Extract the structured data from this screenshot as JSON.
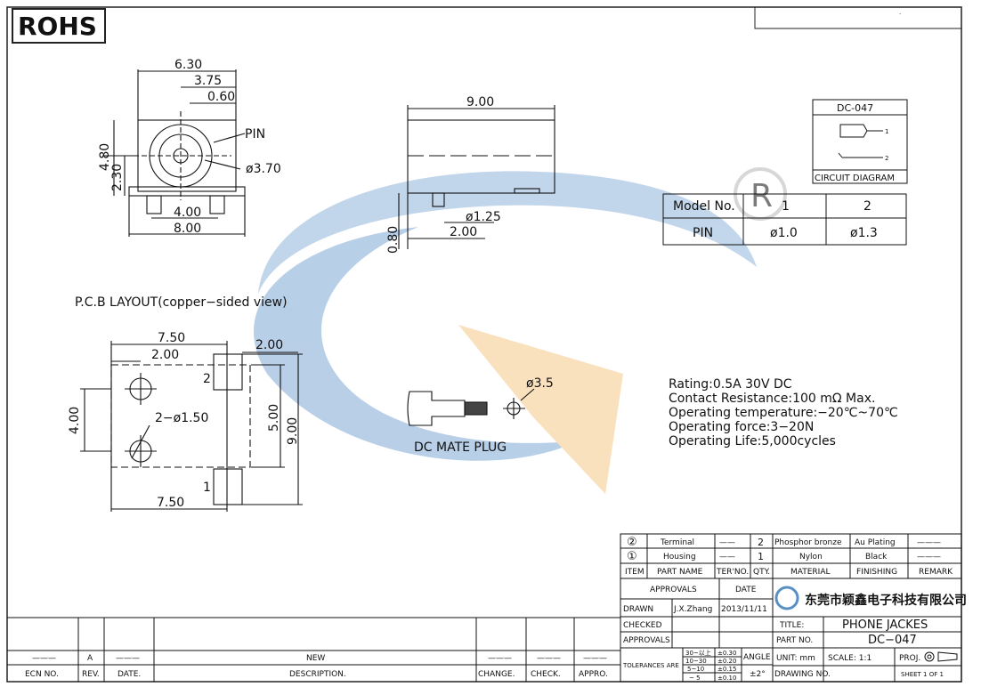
{
  "header": {
    "rohs": "ROHS"
  },
  "front_view": {
    "dims": {
      "w_total": "6.30",
      "w_mid": "3.75",
      "w_pin": "0.60",
      "h_total": "4.80",
      "h_center": "2.30",
      "pin_spacing": "4.00",
      "base_w": "8.00"
    },
    "pin_label": "PIN",
    "hole_dia": "ø3.70"
  },
  "side_view": {
    "length": "9.00",
    "pin_dia": "ø1.25",
    "pin_pos": "2.00",
    "pin_len": "0.80"
  },
  "circuit": {
    "title": "DC-047",
    "caption": "CIRCUIT DIAGRAM",
    "n1": "1",
    "n2": "2"
  },
  "model_table": {
    "header": [
      "Model No.",
      "1",
      "2"
    ],
    "row": [
      "PIN",
      "ø1.0",
      "ø1.3"
    ]
  },
  "pcb": {
    "title": "P.C.B LAYOUT(copper−sided view)",
    "dims": {
      "top": "7.50",
      "pad": "2.00",
      "off": "2.00",
      "h_left": "4.00",
      "holes": "2−ø1.50",
      "h_mid": "5.00",
      "h_total": "9.00",
      "bottom": "7.50"
    },
    "pad_labels": [
      "2",
      "1"
    ]
  },
  "plug": {
    "dia": "ø3.5",
    "caption": "DC MATE PLUG"
  },
  "specs": [
    "Rating:0.5A  30V  DC",
    "Contact  Resistance:100  mΩ  Max.",
    "Operating  temperature:−20℃~70℃",
    "Operating  force:3−20N",
    "Operating  Life:5,000cycles"
  ],
  "bom": {
    "rows": [
      {
        "no": "②",
        "part": "Terminal",
        "ter": "——",
        "qty": "2",
        "material": "Phosphor bronze",
        "finishing": "Au Plating",
        "remark": "———"
      },
      {
        "no": "①",
        "part": "Housing",
        "ter": "——",
        "qty": "1",
        "material": "Nylon",
        "finishing": "Black",
        "remark": "———"
      }
    ],
    "headers": [
      "ITEM",
      "PART NAME",
      "TER'NO.",
      "QTY.",
      "MATERIAL",
      "FINISHING",
      "REMARK"
    ]
  },
  "title_block": {
    "approvals": "APPROVALS",
    "date": "DATE",
    "company": "东莞市颖鑫电子科技有限公司",
    "drawn": "DRAWN",
    "drawn_by": "J.X.Zhang",
    "drawn_date": "2013/11/11",
    "checked": "CHECKED",
    "approvals2": "APPROVALS",
    "title_label": "TITLE:",
    "title": "PHONE  JACKES",
    "part_label": "PART  NO.",
    "part_no": "DC−047",
    "tol_label": "TOLERANCES  ARE",
    "tol_ranges": [
      "30~以上",
      "10~30",
      "5~10",
      "~ 5"
    ],
    "tol_values": [
      "±0.30",
      "±0.20",
      "±0.15",
      "±0.10"
    ],
    "angle": "ANGLE",
    "angle_val": "±2°",
    "unit": "UNIT:  mm",
    "scale": "SCALE:   1:1",
    "proj": "PROJ.",
    "drawing_no": "DRAWING  NO.",
    "sheet": "SHEET   1  OF  1"
  },
  "revision": {
    "rev": "A",
    "new": "NEW",
    "dash": "———",
    "ecn": "ECN  NO.",
    "rev_h": "REV.",
    "date_h": "DATE.",
    "desc": "DESCRIPTION.",
    "change": "CHANGE.",
    "check": "CHECK.",
    "appro": "APPRO."
  },
  "watermark": {
    "reg": "R"
  }
}
